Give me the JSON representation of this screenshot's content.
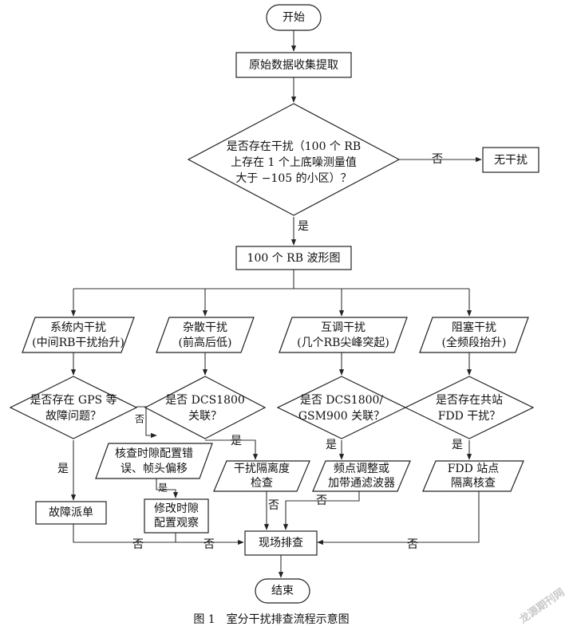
{
  "nodes": {
    "start": "开始",
    "collect": "原始数据收集提取",
    "decision_interference": [
      "是否存在干扰（100 个 RB",
      "上存在 1 个上底噪测量值",
      "大于 −105 的小区）？"
    ],
    "no_interference": "无干扰",
    "rb_waveform": "100 个 RB 波形图",
    "type_internal": [
      "系统内干扰",
      "(中间RB干扰抬升)"
    ],
    "type_spurious": [
      "杂散干扰",
      "(前高后低)"
    ],
    "type_intermod": [
      "互调干扰",
      "(几个RB尖峰突起)"
    ],
    "type_blocking": [
      "阻塞干扰",
      "(全频段抬升)"
    ],
    "decision_gps": [
      "是否存在 GPS 等",
      "故障问题？"
    ],
    "decision_dcs": [
      "是否 DCS1800",
      "关联？"
    ],
    "decision_dcs_gsm": [
      "是否 DCS1800/",
      "GSM900 关联？"
    ],
    "decision_fdd": [
      "是否存在共站",
      "FDD 干扰？"
    ],
    "check_timeslot": [
      "核查时隙配置错",
      "误、帧头偏移"
    ],
    "modify_timeslot": [
      "修改时隙",
      "配置观察"
    ],
    "fault_dispatch": "故障派单",
    "isolation_check": [
      "干扰隔离度",
      "检查"
    ],
    "freq_adjust": [
      "频点调整或",
      "加带通滤波器"
    ],
    "fdd_isolation": [
      "FDD 站点",
      "隔离核查"
    ],
    "field_check": "现场排查",
    "end": "结束"
  },
  "edge_labels": {
    "yes": "是",
    "no": "否"
  },
  "caption": "图 1　室分干扰排查流程示意图",
  "watermark": "龙源期刊网"
}
